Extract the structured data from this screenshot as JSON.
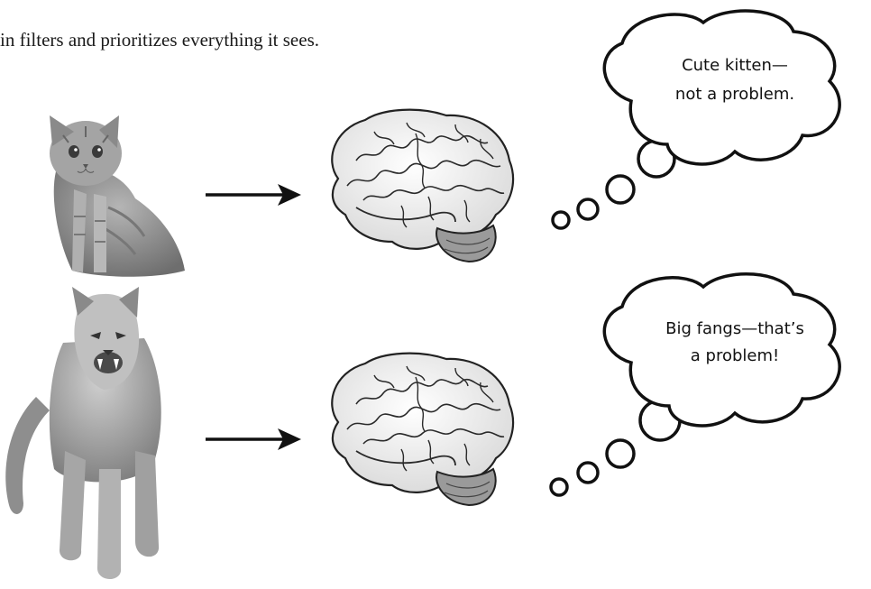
{
  "intro": {
    "text": "in filters and prioritizes everything it sees."
  },
  "rows": [
    {
      "animal": "kitten",
      "thought": {
        "line1": "Cute kitten—",
        "line2": "not a problem."
      }
    },
    {
      "animal": "cougar",
      "thought": {
        "line1": "Big fangs—that’s",
        "line2": "a problem!"
      }
    }
  ],
  "icons": {
    "kitten": "kitten-photo",
    "cougar": "cougar-photo",
    "brain": "brain-illustration",
    "arrow": "right-arrow-icon"
  },
  "colors": {
    "ink": "#111111",
    "brain_fill": "#f2f2f2",
    "brain_lines": "#2a2a2a",
    "cerebellum": "#9a9a9a",
    "kitten_fur": "#8e8e8e",
    "cougar_fur": "#9c9c9c"
  }
}
